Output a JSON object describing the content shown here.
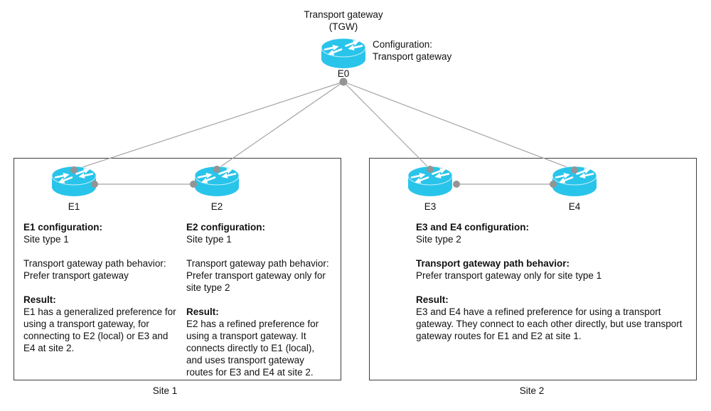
{
  "colors": {
    "router_cyan": "#29c4ea",
    "connector_gray": "#a3a3a3",
    "dot_gray": "#949494",
    "box_border": "#3d3d3d",
    "text": "#111111",
    "background": "#ffffff"
  },
  "tgw": {
    "title_line1": "Transport gateway",
    "title_line2": "(TGW)",
    "config_line1": "Configuration:",
    "config_line2": "Transport gateway",
    "router_label": "E0"
  },
  "site1": {
    "label": "Site 1",
    "router_labels": [
      "E1",
      "E2"
    ],
    "columns": [
      {
        "config_heading": "E1 configuration:",
        "config_value": "Site type 1",
        "behavior_heading": "Transport gateway path behavior:",
        "behavior_value": "Prefer transport gateway",
        "result_heading": "Result:",
        "result_text": "E1 has a generalized preference for\nusing a transport gateway, for\nconnecting to E2 (local) or E3 and\nE4 at site 2."
      },
      {
        "config_heading": "E2 configuration:",
        "config_value": "Site type 1",
        "behavior_heading": "Transport gateway path behavior:",
        "behavior_value": "Prefer transport gateway only for\nsite type 2",
        "result_heading": "Result:",
        "result_text": "E2 has a refined preference for\nusing a transport gateway. It\nconnects directly to E1 (local),\nand uses transport gateway\nroutes for E3 and E4 at site 2."
      }
    ]
  },
  "site2": {
    "label": "Site 2",
    "router_labels": [
      "E3",
      "E4"
    ],
    "column": {
      "config_heading": "E3 and E4 configuration:",
      "config_value": "Site type 2",
      "behavior_heading": "Transport gateway path behavior:",
      "behavior_value": "Prefer transport gateway only for site type 1",
      "result_heading": "Result:",
      "result_text": "E3 and E4 have a refined preference for using a transport\ngateway. They connect to each other directly, but use transport\ngateway routes for E1 and E2 at site 1."
    }
  }
}
